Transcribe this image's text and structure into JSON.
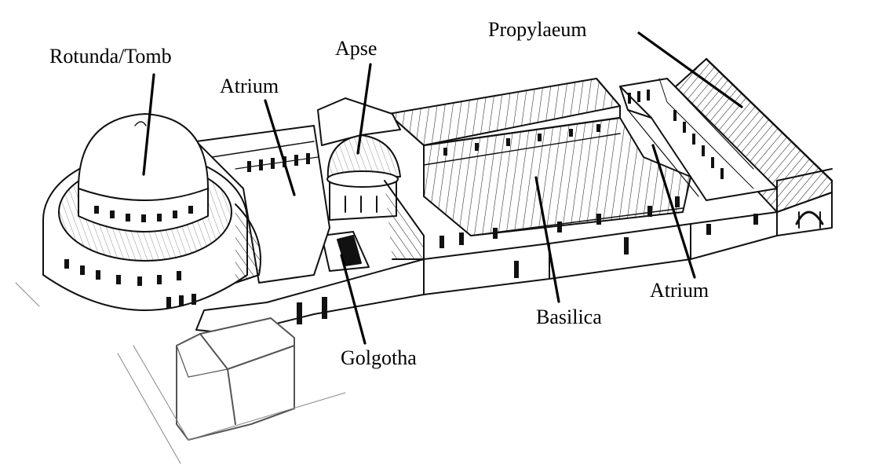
{
  "labels": {
    "rotunda": "Rotunda/Tomb",
    "apse": "Apse",
    "propylaeum": "Propylaeum",
    "atrium_west": "Atrium",
    "atrium_east": "Atrium",
    "basilica": "Basilica",
    "golgotha": "Golgotha"
  },
  "colors": {
    "ink": "#111111",
    "paper": "#ffffff",
    "label": "#000000"
  }
}
